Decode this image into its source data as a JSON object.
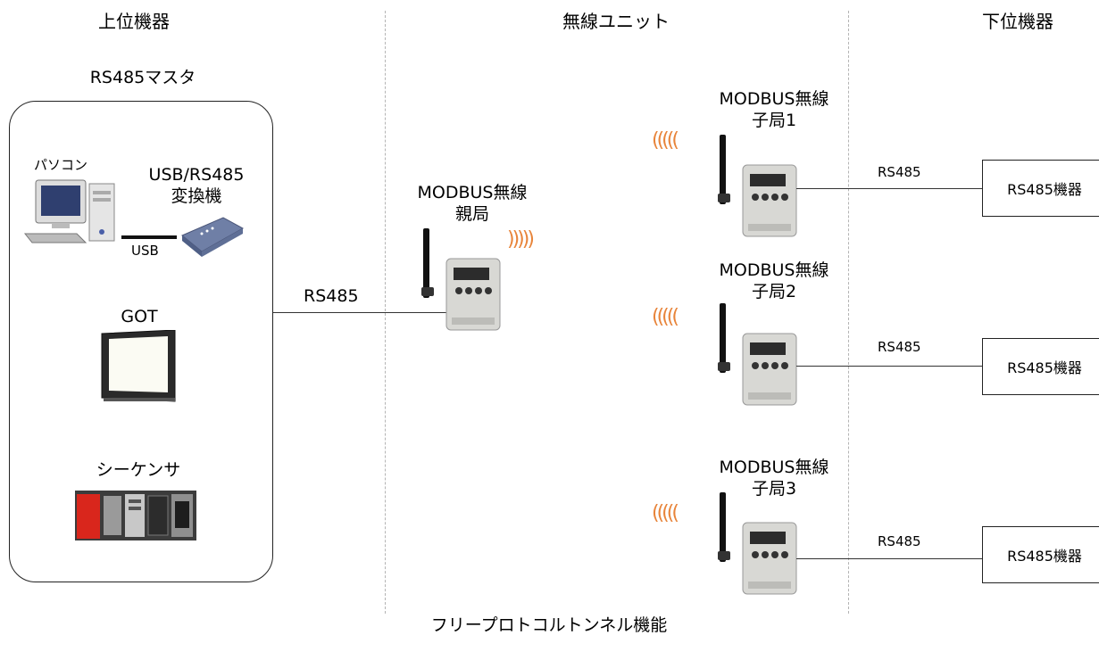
{
  "headers": {
    "upper": "上位機器",
    "wireless": "無線ユニット",
    "lower": "下位機器"
  },
  "master": {
    "title": "RS485マスタ",
    "pc_label": "パソコン",
    "converter_label": "USB/RS485\n変換機",
    "usb_label": "USB",
    "got_label": "GOT",
    "plc_label": "シーケンサ"
  },
  "parent": {
    "label": "MODBUS無線\n親局",
    "link_label": "RS485"
  },
  "children": [
    {
      "label": "MODBUS無線\n子局1",
      "link_label": "RS485",
      "device_label": "RS485機器"
    },
    {
      "label": "MODBUS無線\n子局2",
      "link_label": "RS485",
      "device_label": "RS485機器"
    },
    {
      "label": "MODBUS無線\n子局3",
      "link_label": "RS485",
      "device_label": "RS485機器"
    }
  ],
  "caption": "フリープロトコルトンネル機能",
  "colors": {
    "signal": "#e8843a",
    "line": "#333333",
    "plc_red": "#d9261c"
  }
}
